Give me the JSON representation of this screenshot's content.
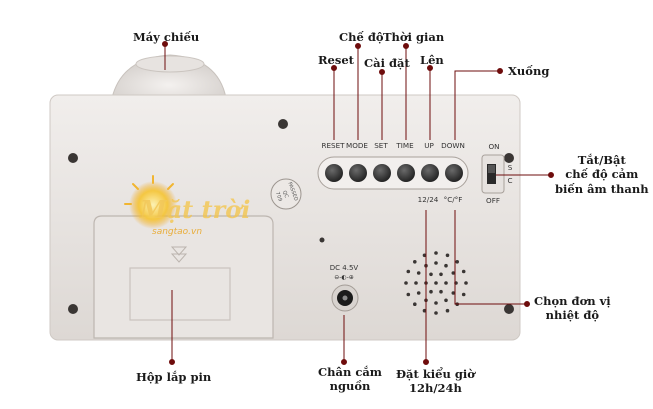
{
  "labels": {
    "projector": "Máy chiếu",
    "mode": "Chế độ",
    "time": "Thời gian",
    "reset": "Reset",
    "set": "Cài đặt",
    "up": "Lên",
    "down": "Xuống",
    "onoff_line1": "Tắt/Bật",
    "onoff_line2": "chế độ cảm",
    "onoff_line3": "biến âm thanh",
    "temp_line1": "Chọn đơn vị",
    "temp_line2": "nhiệt độ",
    "battery": "Hộp lắp pin",
    "power_line1": "Chân cắm",
    "power_line2": "nguồn",
    "hourfmt_line1": "Đặt kiểu giờ",
    "hourfmt_line2": "12h/24h"
  },
  "device": {
    "button_labels": [
      "RESET",
      "MODE",
      "SET",
      "TIME",
      "UP",
      "DOWN"
    ],
    "switch_on": "ON",
    "switch_off": "OFF",
    "switch_s": "S",
    "switch_c": "C",
    "hour_label": "12/24",
    "unit_label": "°C/°F",
    "dc_label": "DC 4.5V",
    "sticker_line1": "PASSED",
    "sticker_line2": "QC",
    "sticker_line3": "709"
  },
  "watermark": {
    "main": "Mặt trời",
    "sub": "sangtao.vn"
  },
  "colors": {
    "body": "#ebe7e4",
    "leader": "#6e0c0c",
    "text": "#1a1a1a"
  }
}
